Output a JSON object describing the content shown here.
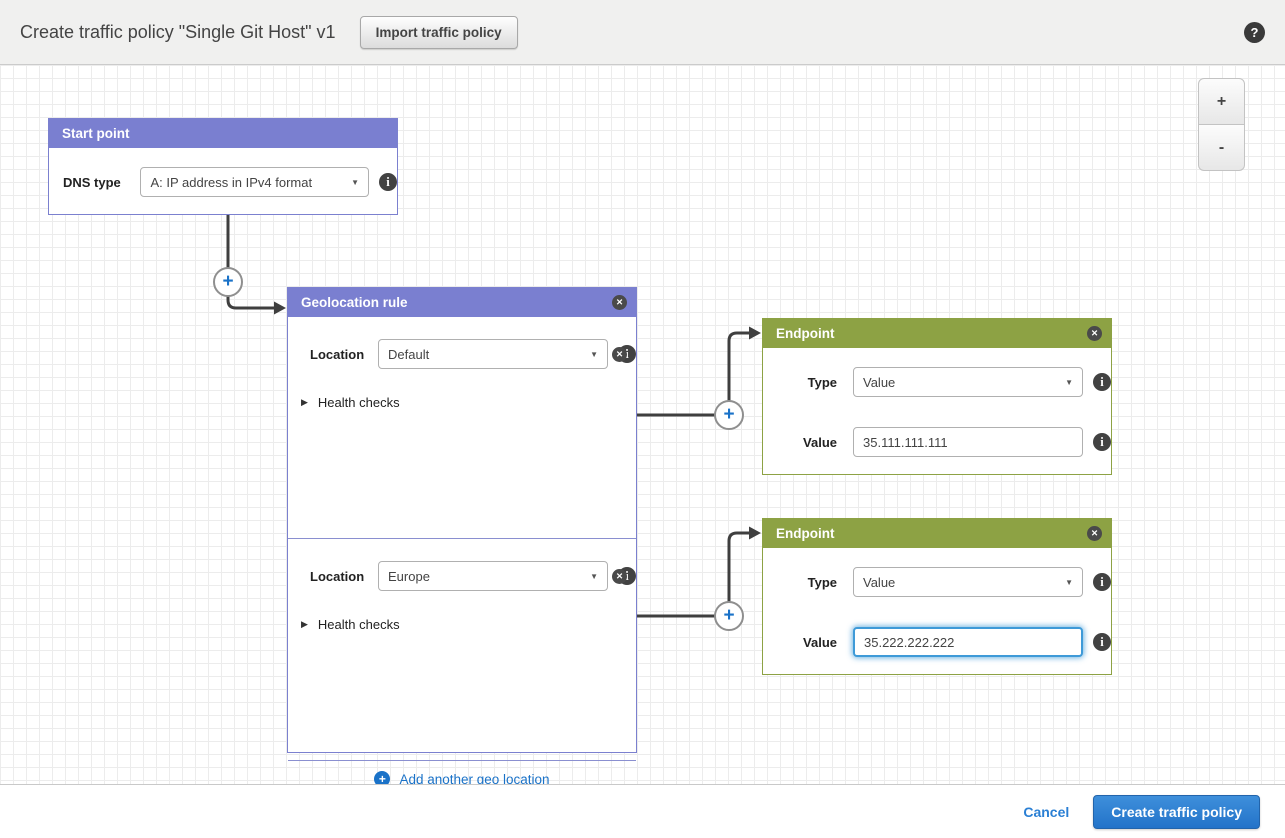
{
  "header": {
    "title": "Create traffic policy \"Single Git Host\" v1",
    "import_button": "Import traffic policy",
    "help_icon": "?"
  },
  "zoom_controls": {
    "zoom_in": "+",
    "zoom_out": "-"
  },
  "canvas": {
    "start_point": {
      "title": "Start point",
      "dns_type_label": "DNS type",
      "dns_type_value": "A: IP address in IPv4 format"
    },
    "geolocation_rule": {
      "title": "Geolocation rule",
      "rules": [
        {
          "location_label": "Location",
          "location_value": "Default",
          "health_checks_label": "Health checks"
        },
        {
          "location_label": "Location",
          "location_value": "Europe",
          "health_checks_label": "Health checks"
        }
      ],
      "add_link": "Add another geo location"
    },
    "endpoints": [
      {
        "title": "Endpoint",
        "type_label": "Type",
        "type_value": "Value",
        "value_label": "Value",
        "value": "35.111.111.111",
        "focused": false
      },
      {
        "title": "Endpoint",
        "type_label": "Type",
        "type_value": "Value",
        "value_label": "Value",
        "value": "35.222.222.222",
        "focused": true
      }
    ]
  },
  "footer": {
    "cancel": "Cancel",
    "create": "Create traffic policy"
  },
  "icons": {
    "info": "i",
    "close": "✕",
    "plus": "+",
    "help": "?",
    "caret": "▼",
    "expander": "▶"
  },
  "colors": {
    "purple_header": "#7a7fd0",
    "green_header": "#8da244",
    "connector": "#3f3f3f",
    "link_blue": "#1a72c8",
    "primary_button": "#2373c9",
    "focus_ring": "#3e9ad8"
  }
}
